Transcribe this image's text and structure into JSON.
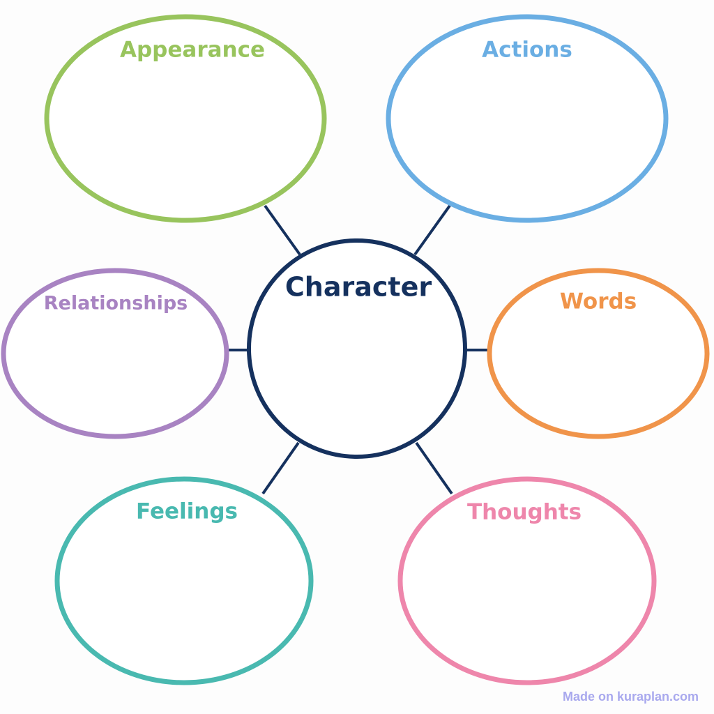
{
  "center": {
    "label": "Character",
    "color": "#15315e"
  },
  "connector_color": "#15315e",
  "nodes": [
    {
      "id": "appearance",
      "label": "Appearance",
      "color": "#98c45d"
    },
    {
      "id": "actions",
      "label": "Actions",
      "color": "#6aaee3"
    },
    {
      "id": "relationships",
      "label": "Relationships",
      "color": "#a883c2"
    },
    {
      "id": "words",
      "label": "Words",
      "color": "#f0944a"
    },
    {
      "id": "feelings",
      "label": "Feelings",
      "color": "#49b9b0"
    },
    {
      "id": "thoughts",
      "label": "Thoughts",
      "color": "#ee86ab"
    }
  ],
  "watermark": "Made on kuraplan.com"
}
